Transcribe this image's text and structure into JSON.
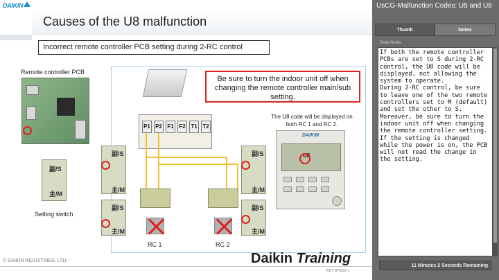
{
  "slide": {
    "logo": "DAIKIN",
    "title": "Causes of the U8 malfunction",
    "subtitle": "Incorrect remote controller PCB setting during 2-RC control",
    "pcb_label": "Remote controller PCB",
    "setting_switch_label": "Setting switch",
    "warning": "Be sure to turn the indoor unit off when changing the remote controller main/sub setting.",
    "terminals": [
      "P1",
      "P2",
      "F1",
      "F2",
      "T1",
      "T2"
    ],
    "switch_top": "副/S",
    "switch_bottom": "主/M",
    "rc1": "RC 1",
    "rc2": "RC 2",
    "u8_note": "The U8 code will be displayed on both RC 1 and RC 2.",
    "remote_brand": "DAIKIN",
    "remote_code": "U8",
    "copyright": "© DAIKIN INDUSTRIES, LTD.",
    "brand_daikin": "Daikin",
    "brand_training": "Training",
    "slide_code": "WBT-JP0083-1"
  },
  "side_panel": {
    "title": "UsCG-Malfunction Codes: U5 and U8",
    "tabs": [
      "Thumb",
      "Notes"
    ],
    "notes_header": "Slide Notes",
    "notes": "If both the remote controller PCBs are set to S during 2-RC control, the U8 code will be displayed, not allowing the system to operate.\nDuring 2-RC control, be sure to leave one of the two remote controllers set to M (default) and set the other to S.\nMoreover, be sure to turn the indoor unit off when changing the remote controller setting.\nIf the setting is changed while the power is on, the PCB will not read the change in the setting.",
    "timer": "11 Minutes 2 Seconds Remaining"
  }
}
